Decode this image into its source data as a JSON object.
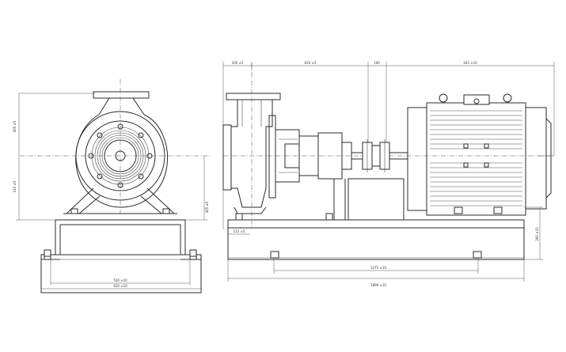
{
  "drawing": {
    "dimensions": {
      "front_total_height": "405 ±5",
      "front_shaft_height": "310 ±5",
      "front_foot_span": "520 ±10",
      "front_base_width": "620 ±10",
      "side_top_left": "100 ±5",
      "side_top_mid": "610 ±5",
      "side_top_coupling": "100",
      "side_top_right": "935 ±10",
      "side_right_height": "405 ±5",
      "side_base_height": "260 ±10",
      "side_foot_offset": "115 ±5",
      "side_bolt_span": "1275 ±10",
      "side_base_length": "1890 ±10"
    }
  }
}
